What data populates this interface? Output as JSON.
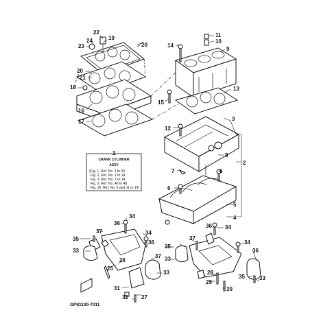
{
  "diagram": {
    "drawing_code": "GP81100-7011",
    "note": {
      "ref": "1",
      "title_line1": "CRANK CYLINDER",
      "title_line2": "ASSY",
      "lines": [
        "(Fig. 1, Ref. No. 2 to 30",
        "Fig. 2, Ref. No. 1 to 14",
        "Fig. 3, Ref. No. 7 to 14",
        "Fig. 9, Ref. No. 46 to 48",
        "Fig. 10, Ref. No. 6 and 11 to 19)"
      ]
    },
    "callouts": [
      "22",
      "19",
      "24",
      "23",
      "20",
      "20",
      "21",
      "18",
      "16",
      "17",
      "11",
      "10",
      "14",
      "9",
      "13",
      "15",
      "3",
      "12",
      "8",
      "7",
      "6",
      "2",
      "6",
      "5",
      "4",
      "34",
      "36",
      "37",
      "35",
      "33",
      "26",
      "25",
      "34",
      "36",
      "37",
      "33",
      "31",
      "27",
      "32",
      "36",
      "34",
      "35",
      "37",
      "33",
      "29",
      "28",
      "30",
      "34",
      "36",
      "35",
      "33"
    ]
  }
}
